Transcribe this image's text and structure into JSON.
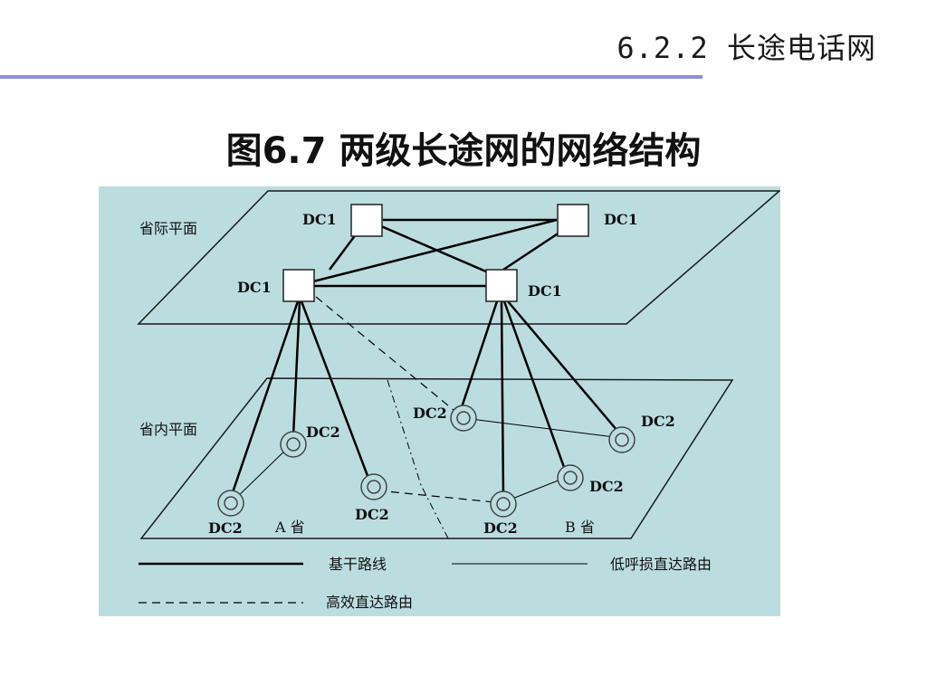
{
  "header": {
    "section_title": "6.2.2  长途电话网"
  },
  "slide": {
    "title": "图6.7 两级长途网的网络结构"
  },
  "diagram": {
    "plane_upper_label": "省际平面",
    "plane_lower_label": "省内平面",
    "nodes": {
      "dc1_top_left": "DC1",
      "dc1_top_right": "DC1",
      "dc1_mid_left": "DC1",
      "dc1_mid_right": "DC1",
      "dc2_a_upper": "DC2",
      "dc2_a_lower": "DC2",
      "dc2_a_middle": "DC2",
      "dc2_b_upper_left": "DC2",
      "dc2_b_upper_right": "DC2",
      "dc2_b_middle": "DC2",
      "dc2_b_lower": "DC2"
    },
    "province_a": "A 省",
    "province_b": "B 省",
    "legend": {
      "backbone": "基干路线",
      "low_loss_direct": "低呼损直达路由",
      "high_efficiency_direct": "高效直达路由"
    }
  }
}
